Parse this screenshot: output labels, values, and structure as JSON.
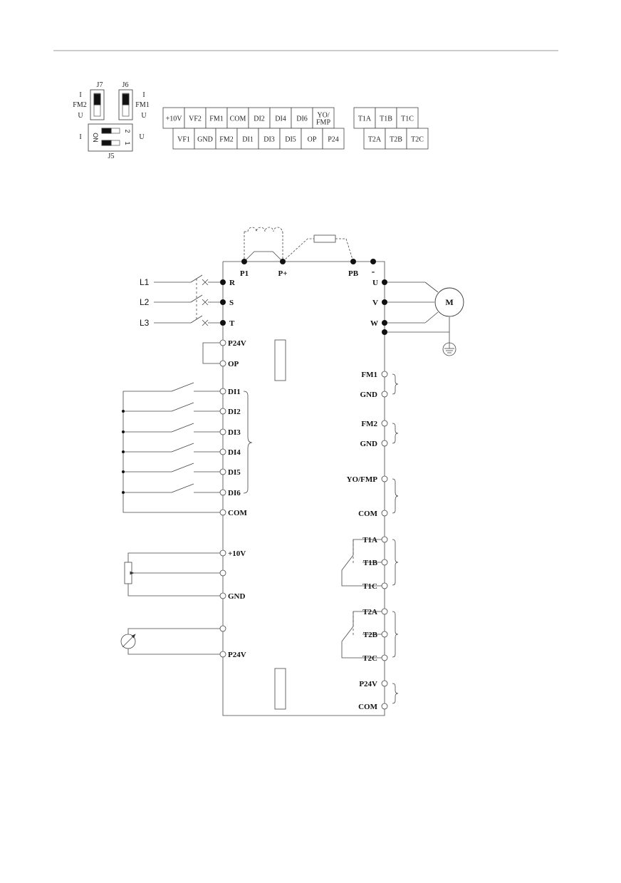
{
  "jumpers": {
    "j7": {
      "name": "J7",
      "top": "I",
      "mid": "FM2",
      "bottom": "U"
    },
    "j6": {
      "name": "J6",
      "top": "I",
      "mid": "FM1",
      "bottom": "U"
    },
    "j5": {
      "name": "J5",
      "left": "I",
      "right": "U",
      "on": "ON",
      "n1": "1",
      "n2": "2"
    }
  },
  "strip_main": {
    "top": [
      "+10V",
      "VF2",
      "FM1",
      "COM",
      "DI2",
      "DI4",
      "DI6",
      "YO/\nFMP"
    ],
    "bottom": [
      "VF1",
      "GND",
      "FM2",
      "DI1",
      "DI3",
      "DI5",
      "OP",
      "P24"
    ]
  },
  "strip_relay": {
    "top": [
      "T1A",
      "T1B",
      "T1C"
    ],
    "bottom": [
      "T2A",
      "T2B",
      "T2C"
    ]
  },
  "power": {
    "lines": [
      "L1",
      "L2",
      "L3"
    ],
    "inputs": [
      "R",
      "S",
      "T"
    ],
    "bus": [
      "P1",
      "P+",
      "PB",
      "-"
    ],
    "outputs": [
      "U",
      "V",
      "W"
    ],
    "motor": "M"
  },
  "left_terminals": [
    "P24V",
    "OP",
    "DI1",
    "DI2",
    "DI3",
    "DI4",
    "DI5",
    "DI6",
    "COM",
    "+10V",
    "GND",
    "P24V"
  ],
  "right_terminals": [
    "FM1",
    "GND",
    "FM2",
    "GND",
    "YO/FMP",
    "COM",
    "T1A",
    "T1B",
    "T1C",
    "T2A",
    "T2B",
    "T2C",
    "P24V",
    "COM"
  ]
}
